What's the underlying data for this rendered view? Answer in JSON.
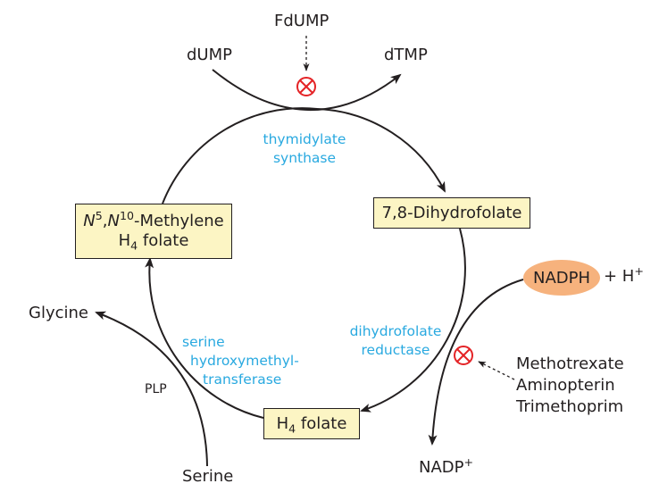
{
  "metabolites": {
    "fdump": "FdUMP",
    "dump": "dUMP",
    "dtmp": "dTMP",
    "glycine": "Glycine",
    "serine": "Serine",
    "plp": "PLP",
    "nadp_base": "NADP",
    "nadp_sup": "+",
    "nadph": "NADPH",
    "plus_h": "+ H",
    "h_sup": "+"
  },
  "boxes": {
    "methylene": {
      "n5_a": "N",
      "n5_sup": "5",
      "comma": ",",
      "n10_a": "N",
      "n10_sup": "10",
      "suffix": "-Methylene",
      "line2_a": "H",
      "line2_sub": "4",
      "line2_b": " folate"
    },
    "dihydrofolate": "7,8-Dihydrofolate",
    "h4folate": {
      "a": "H",
      "sub": "4",
      "b": " folate"
    }
  },
  "enzymes": {
    "thymidylate_synthase": [
      "thymidylate",
      "synthase"
    ],
    "dihydrofolate_reductase": [
      "dihydrofolate",
      "reductase"
    ],
    "shmt": [
      "serine",
      "hydroxymethyl-",
      "transferase"
    ]
  },
  "inhibitors": [
    "Methotrexate",
    "Aminopterin",
    "Trimethoprim"
  ],
  "colors": {
    "enzyme_text": "#29a9e0",
    "box_fill": "#fcf5c4",
    "nadph_fill": "#f6b27d",
    "inhibit": "#e42326",
    "ink": "#231f20"
  }
}
